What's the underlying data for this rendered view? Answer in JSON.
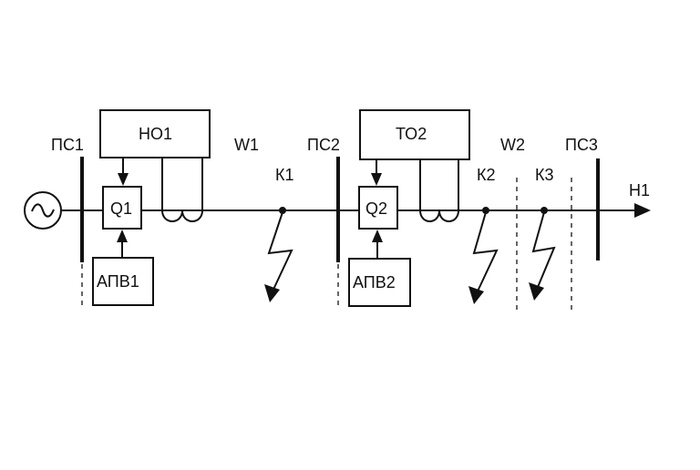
{
  "labels": {
    "ps1": "ПС1",
    "ps2": "ПС2",
    "ps3": "ПС3",
    "w1": "W1",
    "w2": "W2",
    "k1": "К1",
    "k2": "К2",
    "k3": "К3",
    "h1": "Н1",
    "ho1": "НО1",
    "to2": "ТО2",
    "q1": "Q1",
    "q2": "Q2",
    "apv1": "АПВ1",
    "apv2": "АПВ2"
  },
  "icons": {
    "generator": "ac-source-icon",
    "fault": "lightning-fault-icon",
    "transformer": "current-transformer-icon",
    "arrow": "arrow-right-icon"
  },
  "colors": {
    "line": "#111111",
    "background": "#ffffff"
  }
}
